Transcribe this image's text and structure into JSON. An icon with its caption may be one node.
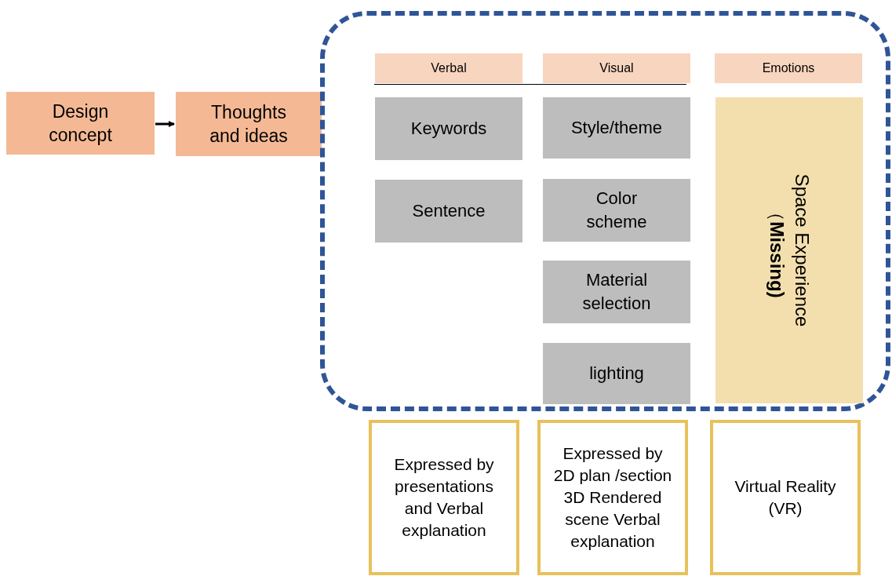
{
  "diagram": {
    "nodes": [
      {
        "text": [
          "Design concept"
        ]
      },
      {
        "text": [
          "Thoughts and ideas"
        ]
      },
      {
        "text": [],
        "shape": "box"
      },
      {
        "text": [
          "Verbal"
        ],
        "in": 2
      },
      {
        "text": [
          "Visual"
        ],
        "in": 2
      },
      {
        "text": [
          "Emotions"
        ],
        "in": 2
      },
      {
        "text": [
          "Keywords"
        ],
        "in": 2
      },
      {
        "text": [
          "Sentence"
        ],
        "in": 2
      },
      {
        "text": [
          "Style/theme"
        ],
        "in": 2
      },
      {
        "text": [
          "Color scheme"
        ],
        "in": 2
      },
      {
        "text": [
          "Material selection"
        ],
        "in": 2
      },
      {
        "text": [
          "lighting"
        ],
        "in": 2
      },
      {
        "text": [
          "Space Experience（**Missing)**"
        ],
        "in": 2
      },
      {
        "text": [
          "Expressed by presentations and Verbal explanation"
        ]
      },
      {
        "text": [
          "Expressed by 2D plan /section 3D Rendered scene Verbal explanation"
        ]
      },
      {
        "text": [
          "Virtual Reality (VR)"
        ]
      }
    ],
    "edges": [
      {
        "from": 0,
        "to": 1,
        "arrow": "to"
      }
    ]
  }
}
